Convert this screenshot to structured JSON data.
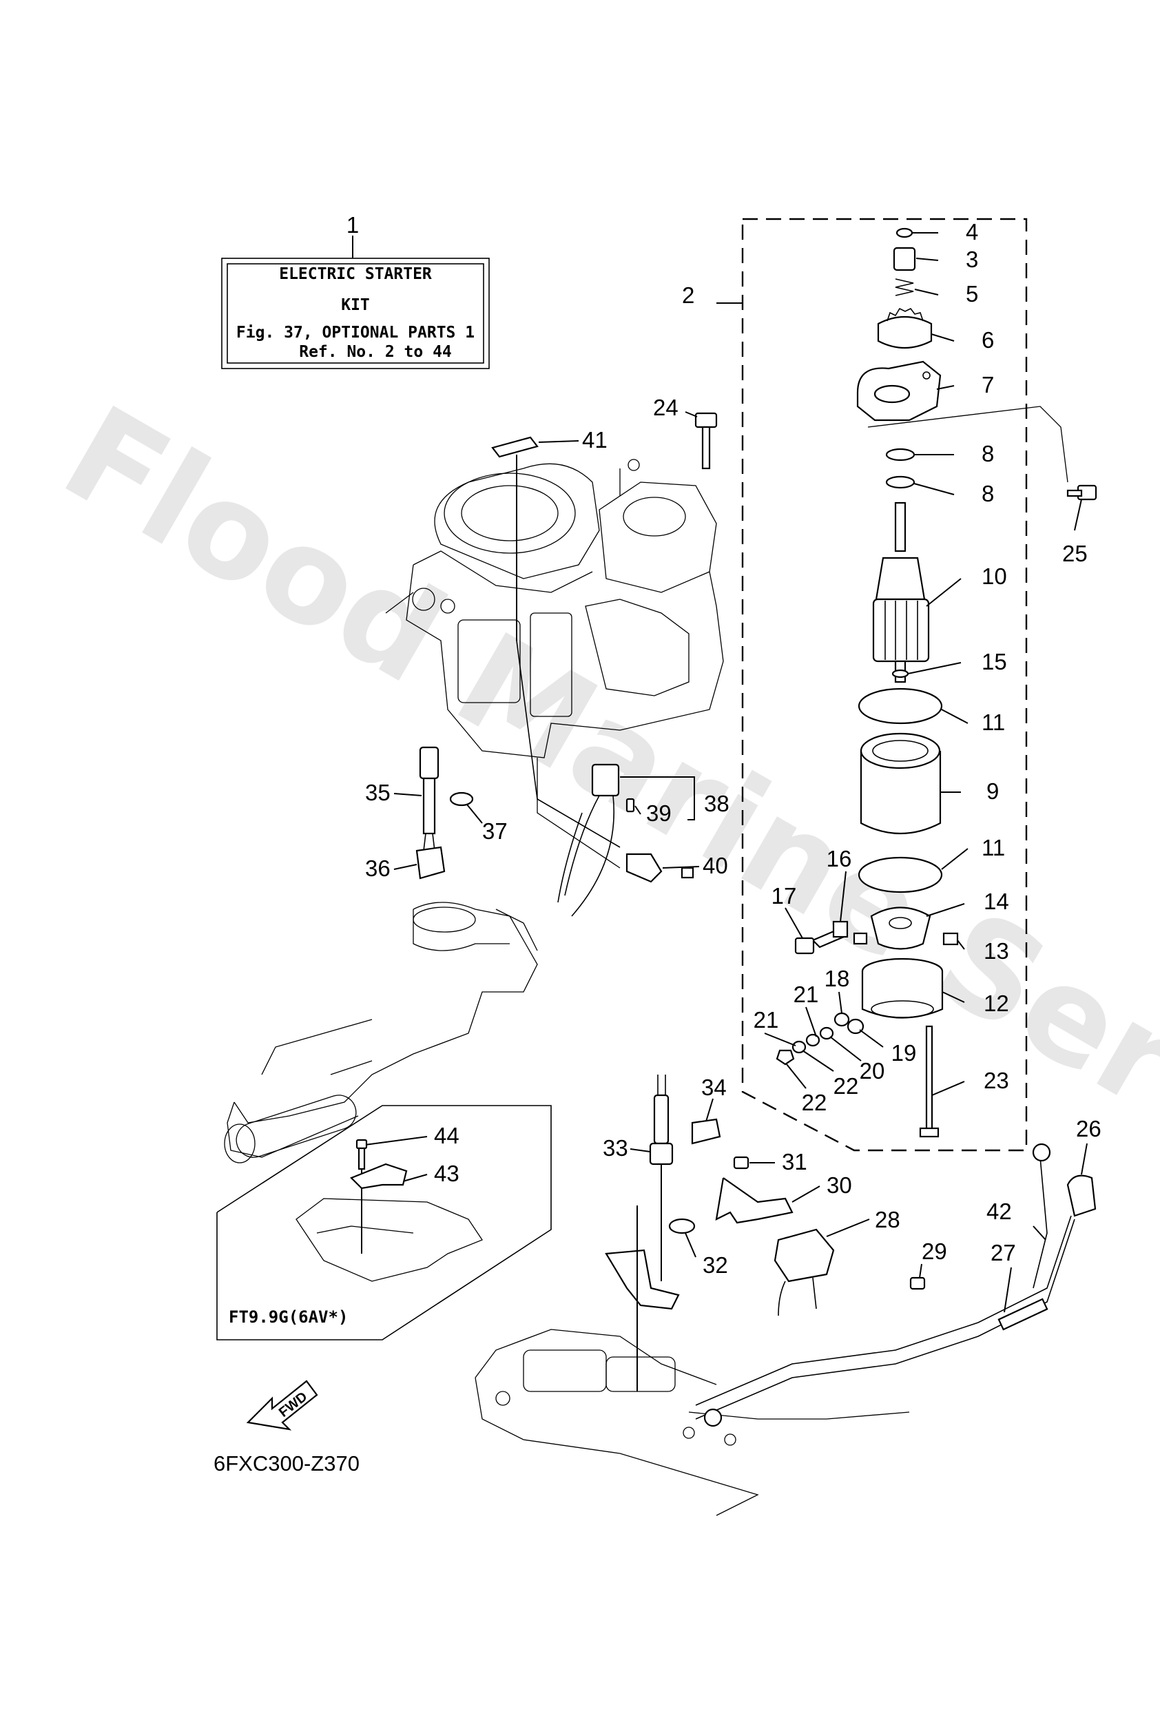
{
  "kit_box": {
    "title_line1": "ELECTRIC STARTER",
    "title_line2": "KIT",
    "line3": "Fig. 37, OPTIONAL PARTS 1",
    "line4": "Ref. No. 2 to 44"
  },
  "inset": {
    "title": "FT9.9G(6AV*)"
  },
  "fwd_arrow": {
    "label": "FWD"
  },
  "figure_code": "6FXC300-Z370",
  "watermark": "Flood Marine Services",
  "callouts": {
    "c1": "1",
    "c2": "2",
    "c3": "3",
    "c4": "4",
    "c5": "5",
    "c6": "6",
    "c7": "7",
    "c8a": "8",
    "c8b": "8",
    "c9": "9",
    "c10": "10",
    "c11a": "11",
    "c11b": "11",
    "c12": "12",
    "c13": "13",
    "c14": "14",
    "c15": "15",
    "c16": "16",
    "c17": "17",
    "c18": "18",
    "c19": "19",
    "c20": "20",
    "c21a": "21",
    "c21b": "21",
    "c22a": "22",
    "c22b": "22",
    "c23": "23",
    "c24": "24",
    "c25": "25",
    "c26": "26",
    "c27": "27",
    "c28": "28",
    "c29": "29",
    "c30": "30",
    "c31": "31",
    "c32": "32",
    "c33": "33",
    "c34": "34",
    "c35": "35",
    "c36": "36",
    "c37": "37",
    "c38": "38",
    "c39": "39",
    "c40": "40",
    "c41": "41",
    "c42": "42",
    "c43": "43",
    "c44": "44"
  }
}
